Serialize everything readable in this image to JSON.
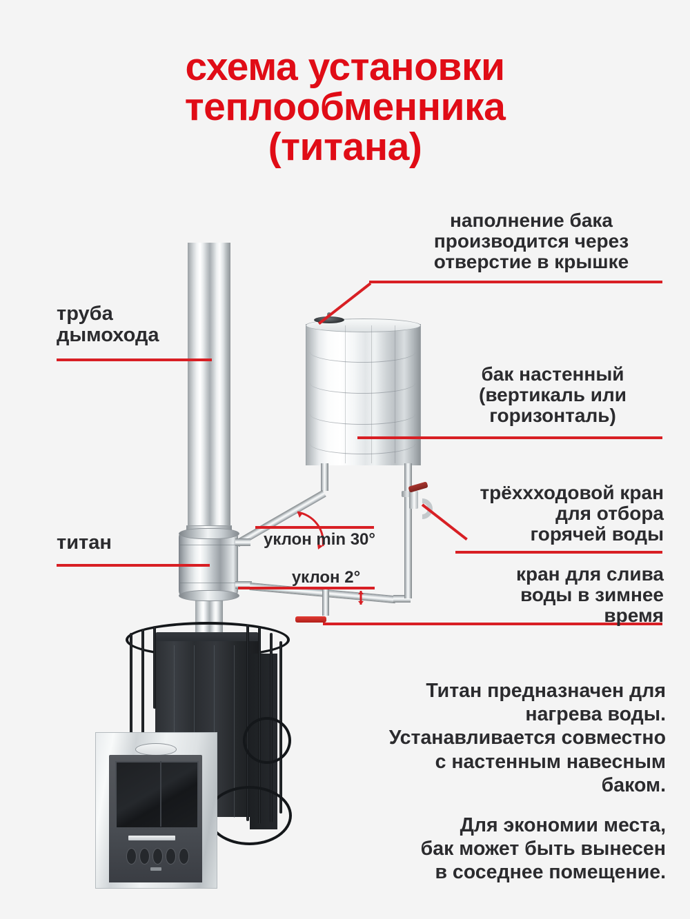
{
  "page": {
    "background_color": "#f4f4f4",
    "accent_red": "#e00c16",
    "leader_red": "#d81f24",
    "text_color": "#2b2b2e"
  },
  "title": {
    "line1": "схема установки",
    "line2": "теплообменника",
    "line3": "(титана)"
  },
  "annotations": {
    "fill_through_lid": {
      "line1": "наполнение бака",
      "line2": "производится через",
      "line3": "отверстие в крышке"
    },
    "chimney_pipe": {
      "line1": "труба",
      "line2": "дымохода"
    },
    "wall_tank": {
      "line1": "бак настенный",
      "line2": "(вертикаль или",
      "line3": "горизонталь)"
    },
    "titan": {
      "line1": "титан"
    },
    "three_way_valve": {
      "line1": "трёххходовой кран",
      "line2": "для отбора",
      "line3": "горячей воды"
    },
    "drain_valve": {
      "line1": "кран для слива",
      "line2": "воды в зимнее",
      "line3": "время"
    },
    "slope_30": "уклон min 30°",
    "slope_2": "уклон 2°"
  },
  "paragraphs": {
    "p1": {
      "line1": "Титан предназначен для",
      "line2": "нагрева воды.",
      "line3": "Устанавливается совместно",
      "line4": "с настенным навесным",
      "line5": "баком."
    },
    "p2": {
      "line1": "Для экономии места,",
      "line2": "бак может быть вынесен",
      "line3": "в соседнее помещение."
    }
  },
  "diagram": {
    "parts": {
      "chimney": "chimney-pipe",
      "titan": "titan-heat-exchanger",
      "tank": "wall-water-tank",
      "tank_lid": "tank-lid-with-hole",
      "faucet": "three-way-hot-water-faucet",
      "drain": "winter-drain-valve",
      "stove": "sauna-stove",
      "stone_cage": "stone-basket-cage",
      "door": "firebox-glass-door"
    }
  }
}
